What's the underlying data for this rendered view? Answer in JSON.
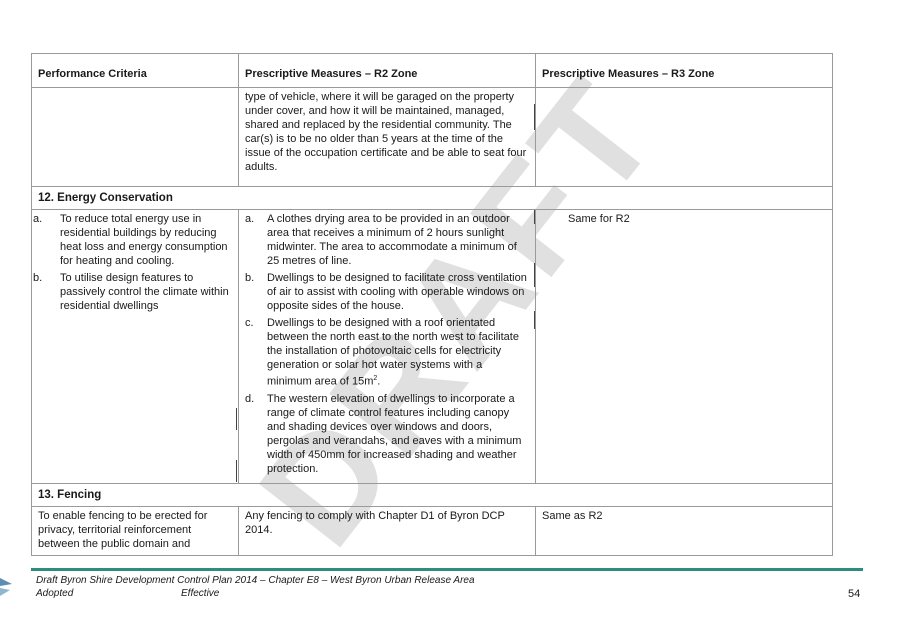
{
  "table": {
    "headers": [
      "Performance Criteria",
      "Prescriptive Measures – R2 Zone",
      "Prescriptive Measures – R3 Zone"
    ],
    "continued_text": "type of vehicle, where it will be garaged on the property under cover, and how it will be maintained, managed, shared and replaced by the residential community. The car(s) is to be no older than 5 years at the time of the issue of the occupation certificate and be able to seat four adults.",
    "sections": [
      {
        "title": "12. Energy Conservation",
        "criteria": [
          {
            "marker": "a.",
            "text": "To reduce total energy use in residential buildings by reducing heat loss and energy consumption for heating and cooling."
          },
          {
            "marker": "b.",
            "text": "To utilise design features to passively control the climate within residential dwellings"
          }
        ],
        "r2": [
          {
            "marker": "a.",
            "text": "A clothes drying area to be provided in an outdoor area that receives a minimum of 2 hours sunlight midwinter. The area to accommodate a minimum of 25 metres of line."
          },
          {
            "marker": "b.",
            "text": "Dwellings to be designed to facilitate cross ventilation of air to assist with cooling with operable windows on opposite sides of the house."
          },
          {
            "marker": "c.",
            "text": "Dwellings to be designed with a roof orientated between the north east to the north west to facilitate the installation of photovoltaic cells for electricity generation or solar hot water systems with a minimum area of 15m",
            "sup": "2",
            "after": "."
          },
          {
            "marker": "d.",
            "text": "The western elevation of dwellings to incorporate a range of climate control features including canopy and shading devices over windows and doors, pergolas and verandahs, and eaves with a minimum width of 450mm for increased shading and weather protection."
          }
        ],
        "r3": "Same for R2"
      },
      {
        "title": "13. Fencing",
        "criteria_text": "To enable fencing to be erected for privacy, territorial reinforcement between the public domain and",
        "r2_text": "Any fencing to comply with Chapter D1 of Byron DCP 2014.",
        "r3": "Same as R2"
      }
    ]
  },
  "watermark": "DRAFT",
  "footer": {
    "title": "Draft Byron Shire Development Control Plan 2014 – Chapter E8 – West Byron Urban Release Area",
    "adopted": "Adopted",
    "effective": "Effective",
    "page_number": "54"
  },
  "colors": {
    "footer_rule": "#2e8b80",
    "border": "#9a9a9a"
  }
}
